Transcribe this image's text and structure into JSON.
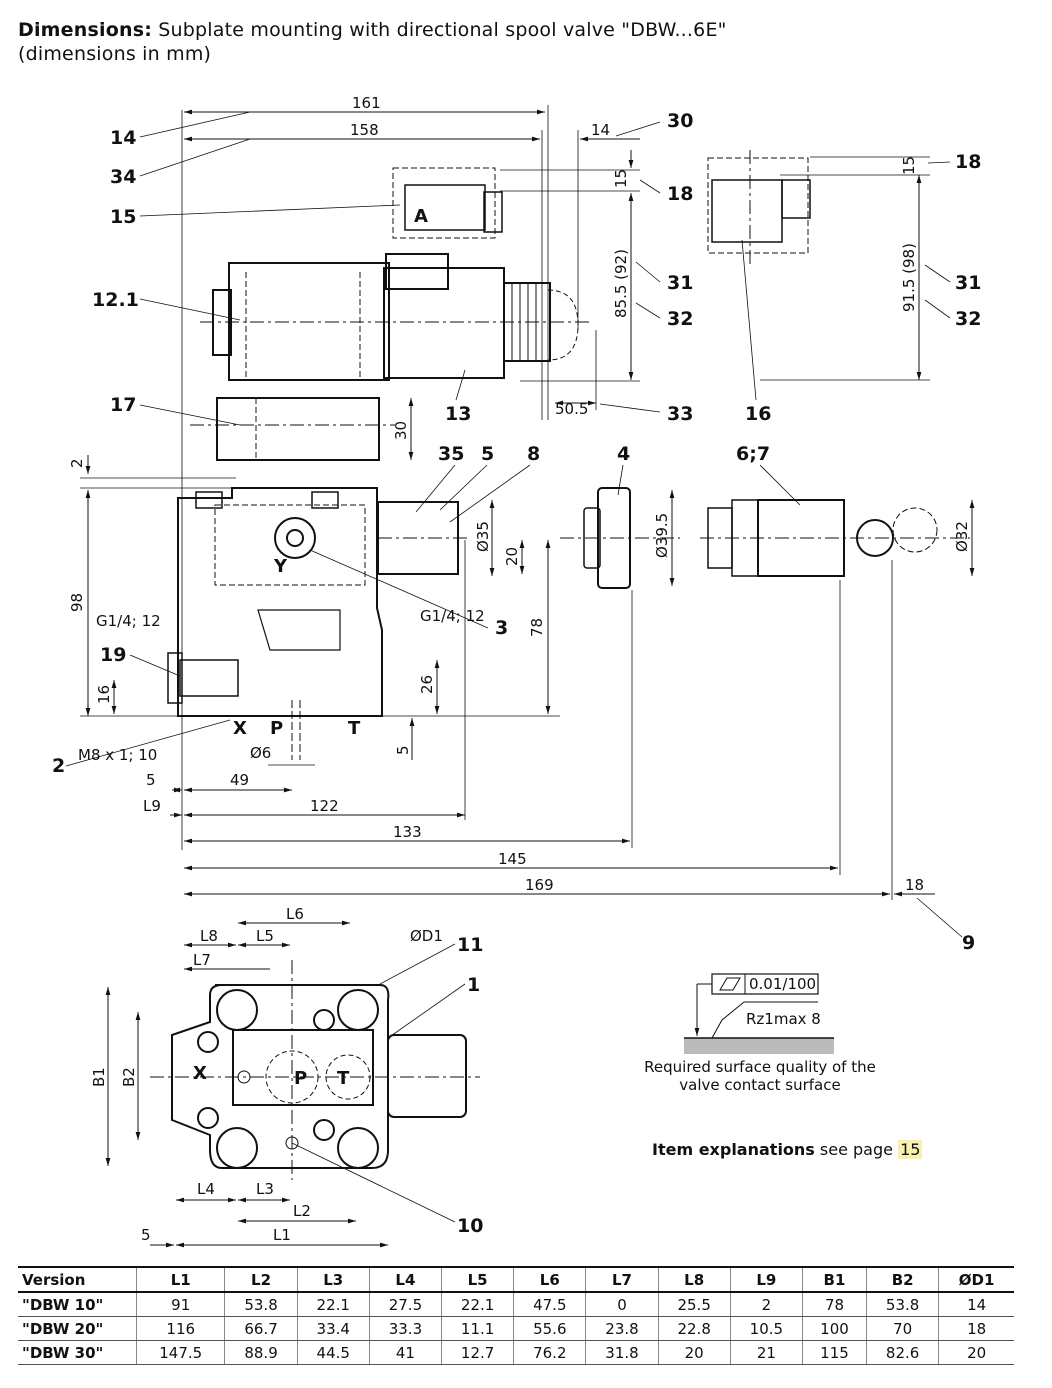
{
  "header": {
    "title_bold": "Dimensions:",
    "title_rest": " Subplate mounting with directional spool valve \"DBW...6E\"",
    "subtitle": "(dimensions in mm)"
  },
  "callouts": {
    "c14": "14",
    "c34": "34",
    "c15": "15",
    "c12_1": "12.1",
    "c17": "17",
    "c13": "13",
    "c30": "30",
    "c18a": "18",
    "c31a": "31",
    "c32a": "32",
    "c33": "33",
    "c16": "16",
    "c18b": "18",
    "c31b": "31",
    "c32b": "32",
    "c35": "35",
    "c5": "5",
    "c8": "8",
    "c4": "4",
    "c6_7": "6;7",
    "c3": "3",
    "c19": "19",
    "c2": "2",
    "c9": "9",
    "c11": "11",
    "c1": "1",
    "c10": "10"
  },
  "dims": {
    "d161": "161",
    "d158": "158",
    "d14": "14",
    "d15a": "15",
    "d85_5": "85.5 (92)",
    "d15b": "15",
    "d91_5": "91.5 (98)",
    "d30": "30",
    "d50_5": "50.5",
    "d2": "2",
    "d98": "98",
    "d35": "Ø35",
    "d20": "20",
    "d39_5": "Ø39.5",
    "d32": "Ø32",
    "d78": "78",
    "d26": "26",
    "d16": "16",
    "d5v": "5",
    "dG14a": "G1/4; 12",
    "dG14b": "G1/4; 12",
    "dM8": "M8 x 1; 10",
    "d6": "Ø6",
    "d5h": "5",
    "d49": "49",
    "dL9": "L9",
    "d122": "122",
    "d133": "133",
    "d145": "145",
    "d169": "169",
    "d18": "18",
    "dL6": "L6",
    "dL8": "L8",
    "dL5": "L5",
    "dL7": "L7",
    "dD1": "ØD1",
    "dB1": "B1",
    "dB2": "B2",
    "dL4": "L4",
    "dL3": "L3",
    "dL2": "L2",
    "dL1": "L1",
    "d5b": "5"
  },
  "port_labels": {
    "A": "A",
    "Y": "Y",
    "X": "X",
    "P": "P",
    "T": "T",
    "X2": "X",
    "P2": "P",
    "T2": "T"
  },
  "surface": {
    "flatness": "0.01/100",
    "roughness": "Rz1max 8",
    "caption_l1": "Required surface quality of the",
    "caption_l2": "valve contact surface"
  },
  "explanations": {
    "bold": "Item explanations",
    "rest": " see page ",
    "page": "15"
  },
  "table": {
    "headers": [
      "Version",
      "L1",
      "L2",
      "L3",
      "L4",
      "L5",
      "L6",
      "L7",
      "L8",
      "L9",
      "B1",
      "B2",
      "ØD1"
    ],
    "rows": [
      [
        "\"DBW 10\"",
        "91",
        "53.8",
        "22.1",
        "27.5",
        "22.1",
        "47.5",
        "0",
        "25.5",
        "2",
        "78",
        "53.8",
        "14"
      ],
      [
        "\"DBW 20\"",
        "116",
        "66.7",
        "33.4",
        "33.3",
        "11.1",
        "55.6",
        "23.8",
        "22.8",
        "10.5",
        "100",
        "70",
        "18"
      ],
      [
        "\"DBW 30\"",
        "147.5",
        "88.9",
        "44.5",
        "41",
        "12.7",
        "76.2",
        "31.8",
        "20",
        "21",
        "115",
        "82.6",
        "20"
      ]
    ]
  }
}
